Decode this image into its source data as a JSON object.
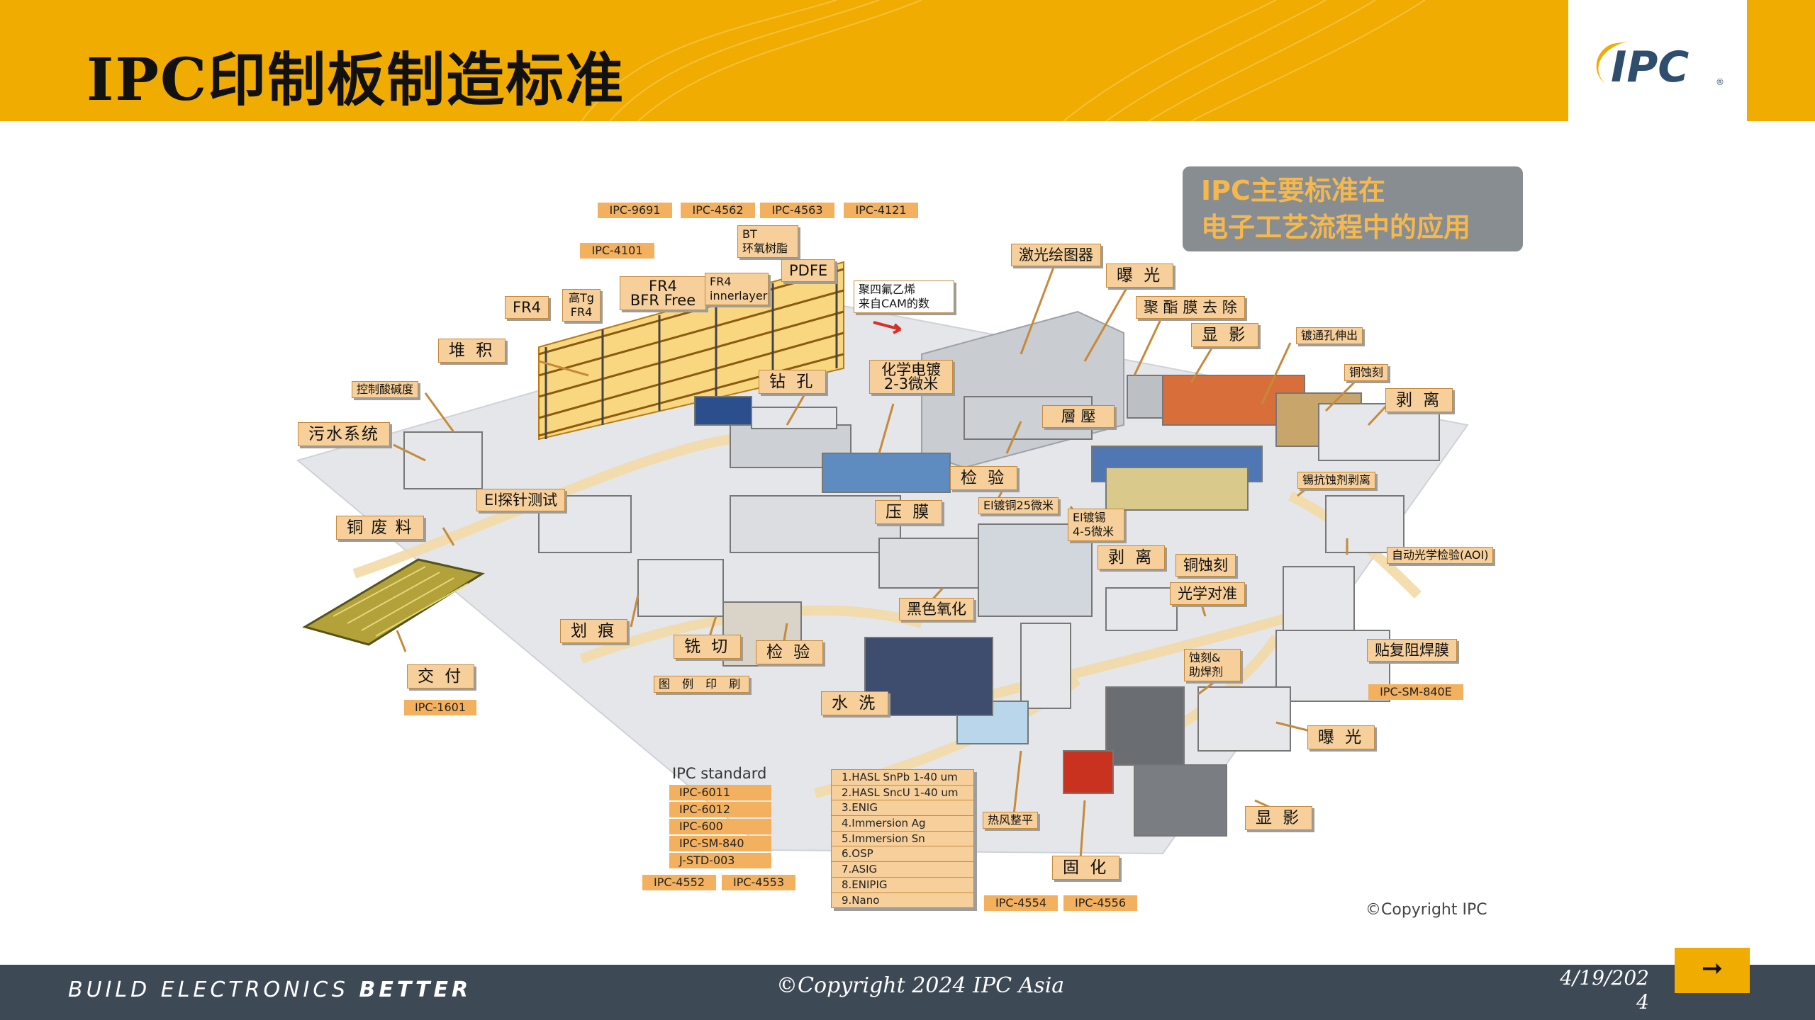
{
  "header": {
    "title": "IPC印制板制造标准",
    "logo_text": "IPC",
    "accent": "#f0ac00"
  },
  "callout": {
    "line1": "IPC主要标准在",
    "line2": "电子工艺流程中的应用"
  },
  "standards_top": [
    "IPC-9691",
    "IPC-4562",
    "IPC-4563",
    "IPC-4121",
    "IPC-4101"
  ],
  "materials": {
    "fr4": "FR4",
    "high_tg_1": "高Tg",
    "high_tg_2": "FR4",
    "bfr_1": "FR4",
    "bfr_2": "BFR Free",
    "bt_1": "BT",
    "bt_2": "环氧树脂",
    "fr4_inner_1": "FR4",
    "fr4_inner_2": "innerlayer",
    "pdfe": "PDFE",
    "ptfe_1": "聚四氟乙烯",
    "ptfe_2": "来自CAM的数"
  },
  "process": {
    "stack": "堆 积",
    "drill": "钻 孔",
    "chem_plating_1": "化学电镀",
    "chem_plating_2": "2-3微米",
    "laser_plotter": "激光绘图器",
    "exposure_top": "曝 光",
    "film_removal": "聚 酯 膜 去 除",
    "develop_top": "显 影",
    "via_plating": "镀通孔伸出",
    "copper_etch_top": "铜蚀刻",
    "strip_top": "剥 离",
    "lamination": "層 壓",
    "inspect_mid": "检 验",
    "tin_strip": "锡抗蚀剂剥离",
    "el_copper": "El镀铜25微米",
    "el_tin_1": "El镀锡",
    "el_tin_2": "4-5微米",
    "aoi": "自动光学检验(AOI)",
    "strip_mid": "剥 离",
    "copper_etch_mid": "铜蚀刻",
    "caustic": "控制酸碱度",
    "wastewater": "污水系统",
    "et_test": "El探针测试",
    "press_film": "压 膜",
    "copper_waste": "铜 废 料",
    "black_oxide": "黑色氧化",
    "optical_align": "光学对准",
    "scoring": "划 痕",
    "milling": "铣 切",
    "inspect_low": "检 验",
    "legend_print": "图 例 印 刷",
    "etch_flux_1": "蚀刻&",
    "etch_flux_2": "助焊剂",
    "solder_mask": "贴复阻焊膜",
    "delivery": "交 付",
    "wash": "水 洗",
    "exposure_low": "曝 光",
    "hot_air": "热风整平",
    "develop_low": "显 影",
    "cure": "固 化"
  },
  "standards_misc": {
    "delivery_std": "IPC-1601",
    "mask_std": "IPC-SM-840E"
  },
  "legend": {
    "title": "IPC standard",
    "items": [
      "IPC-6011",
      "IPC-6012",
      "IPC-600",
      "IPC-SM-840",
      "J-STD-003"
    ],
    "bottom": [
      "IPC-4552",
      "IPC-4553",
      "IPC-4554",
      "IPC-4556"
    ]
  },
  "finishes": [
    "1.HASL SnPb 1-40 um",
    "2.HASL SncU 1-40 um",
    "3.ENIG",
    "4.Immersion Ag",
    "5.Immersion Sn",
    "6.OSP",
    "7.ASIG",
    "8.ENIPIG",
    "9.Nano"
  ],
  "image_copyright": "©Copyright IPC",
  "footer": {
    "tagline_light": "BUILD ELECTRONICS ",
    "tagline_bold": "BETTER",
    "copyright": "©Copyright 2024 IPC Asia",
    "date": "4/19/2024",
    "next_icon": "➞"
  }
}
